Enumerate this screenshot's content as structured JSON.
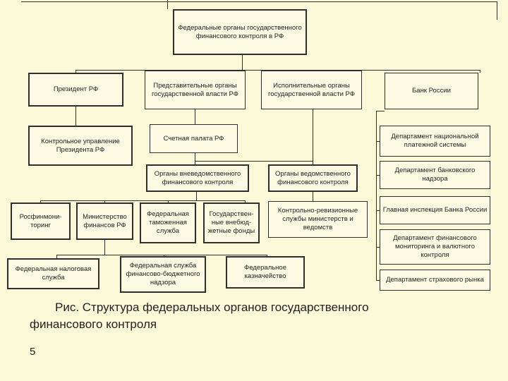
{
  "page": {
    "caption": "Рис. Структура федеральных органов государственного финансового контроля",
    "page_number": "5"
  },
  "colors": {
    "background": "#f9f9d8",
    "box_fill": "#fbfbe4",
    "line": "#2e2e2e",
    "text": "#222222"
  },
  "nodes": {
    "root": {
      "label": "Федеральные органы государственного финансового контроля в РФ"
    },
    "president": {
      "label": "Президент РФ"
    },
    "repr": {
      "label": "Представительные органы государственной власти РФ"
    },
    "exec": {
      "label": "Исполнительные органы государственной власти РФ"
    },
    "bank": {
      "label": "Банк России"
    },
    "kontrol_upr": {
      "label": "Контрольное управление Президента РФ"
    },
    "schetnaya": {
      "label": "Счетная палата РФ"
    },
    "vnevedomstv": {
      "label": "Органы вневедомственного финансового контроля"
    },
    "vedomstv": {
      "label": "Органы ведомственного финансового контроля"
    },
    "rosfin": {
      "label": "Росфинмони-торинг"
    },
    "minfin": {
      "label": "Министерство финансов РФ"
    },
    "fts": {
      "label": "Федеральная таможенная служба"
    },
    "vnebudjet": {
      "label": "Государствен-ные внебюд-жетные фонды"
    },
    "krs": {
      "label": "Контрольно-ревизионные службы министерств и ведомств"
    },
    "fns": {
      "label": "Федеральная налоговая служба"
    },
    "fsfbn": {
      "label": "Федеральная служба финансово-бюджетного надзора"
    },
    "kaznach": {
      "label": "Федеральное казначейство"
    },
    "dept_nps": {
      "label": "Департамент национальной платежной системы"
    },
    "dept_bn": {
      "label": "Департамент банковского надзора"
    },
    "gib": {
      "label": "Главная инспекция Банка России"
    },
    "dept_fm": {
      "label": "Департамент финансового мониторинга и валютного контроля"
    },
    "dept_sr": {
      "label": "Департамент страхового рынка"
    }
  }
}
